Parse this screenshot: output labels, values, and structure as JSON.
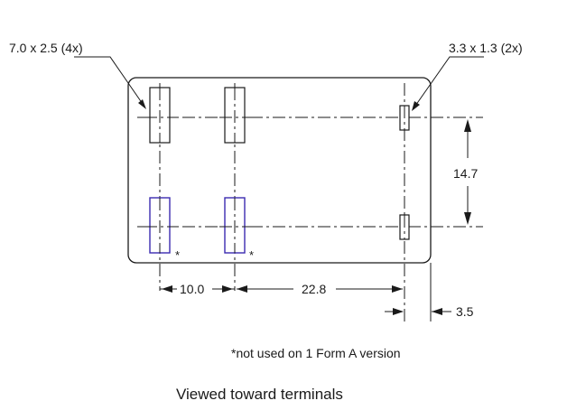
{
  "labels": {
    "rect_pins": "7.0 x 2.5 (4x)",
    "square_pins": "3.3 x 1.3 (2x)",
    "dim_vertical": "14.7",
    "dim_spacing_1": "10.0",
    "dim_spacing_2": "22.8",
    "dim_offset": "3.5",
    "asterisk": "*",
    "footnote": "*not used on 1 Form A version",
    "caption": "Viewed toward terminals"
  },
  "colors": {
    "line": "#1a1a1a",
    "optional_pin": "#3b2bb0"
  }
}
